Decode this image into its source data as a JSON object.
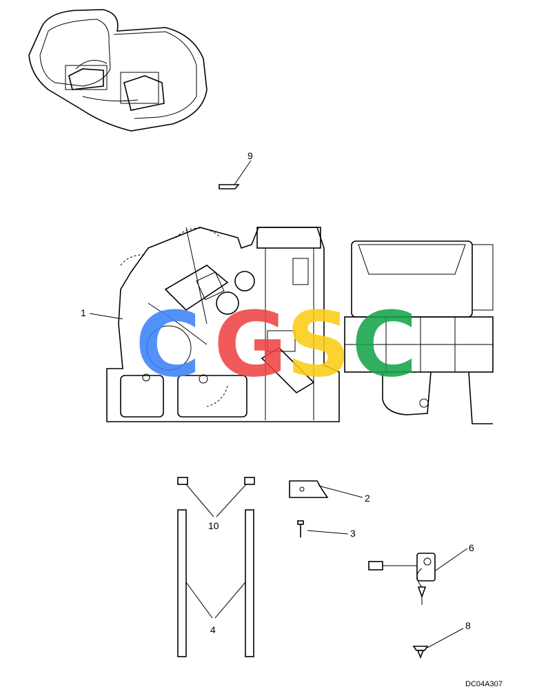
{
  "callouts": {
    "c1": "1",
    "c2": "2",
    "c3": "3",
    "c4": "4",
    "c6": "6",
    "c8": "8",
    "c9": "9",
    "c10": "10"
  },
  "drawing_code": "DC04A307",
  "watermark": {
    "letters": [
      "C",
      "G",
      "S",
      "C"
    ],
    "colors": [
      "#3b82f6",
      "#ef4444",
      "#facc15",
      "#16a34a"
    ]
  }
}
